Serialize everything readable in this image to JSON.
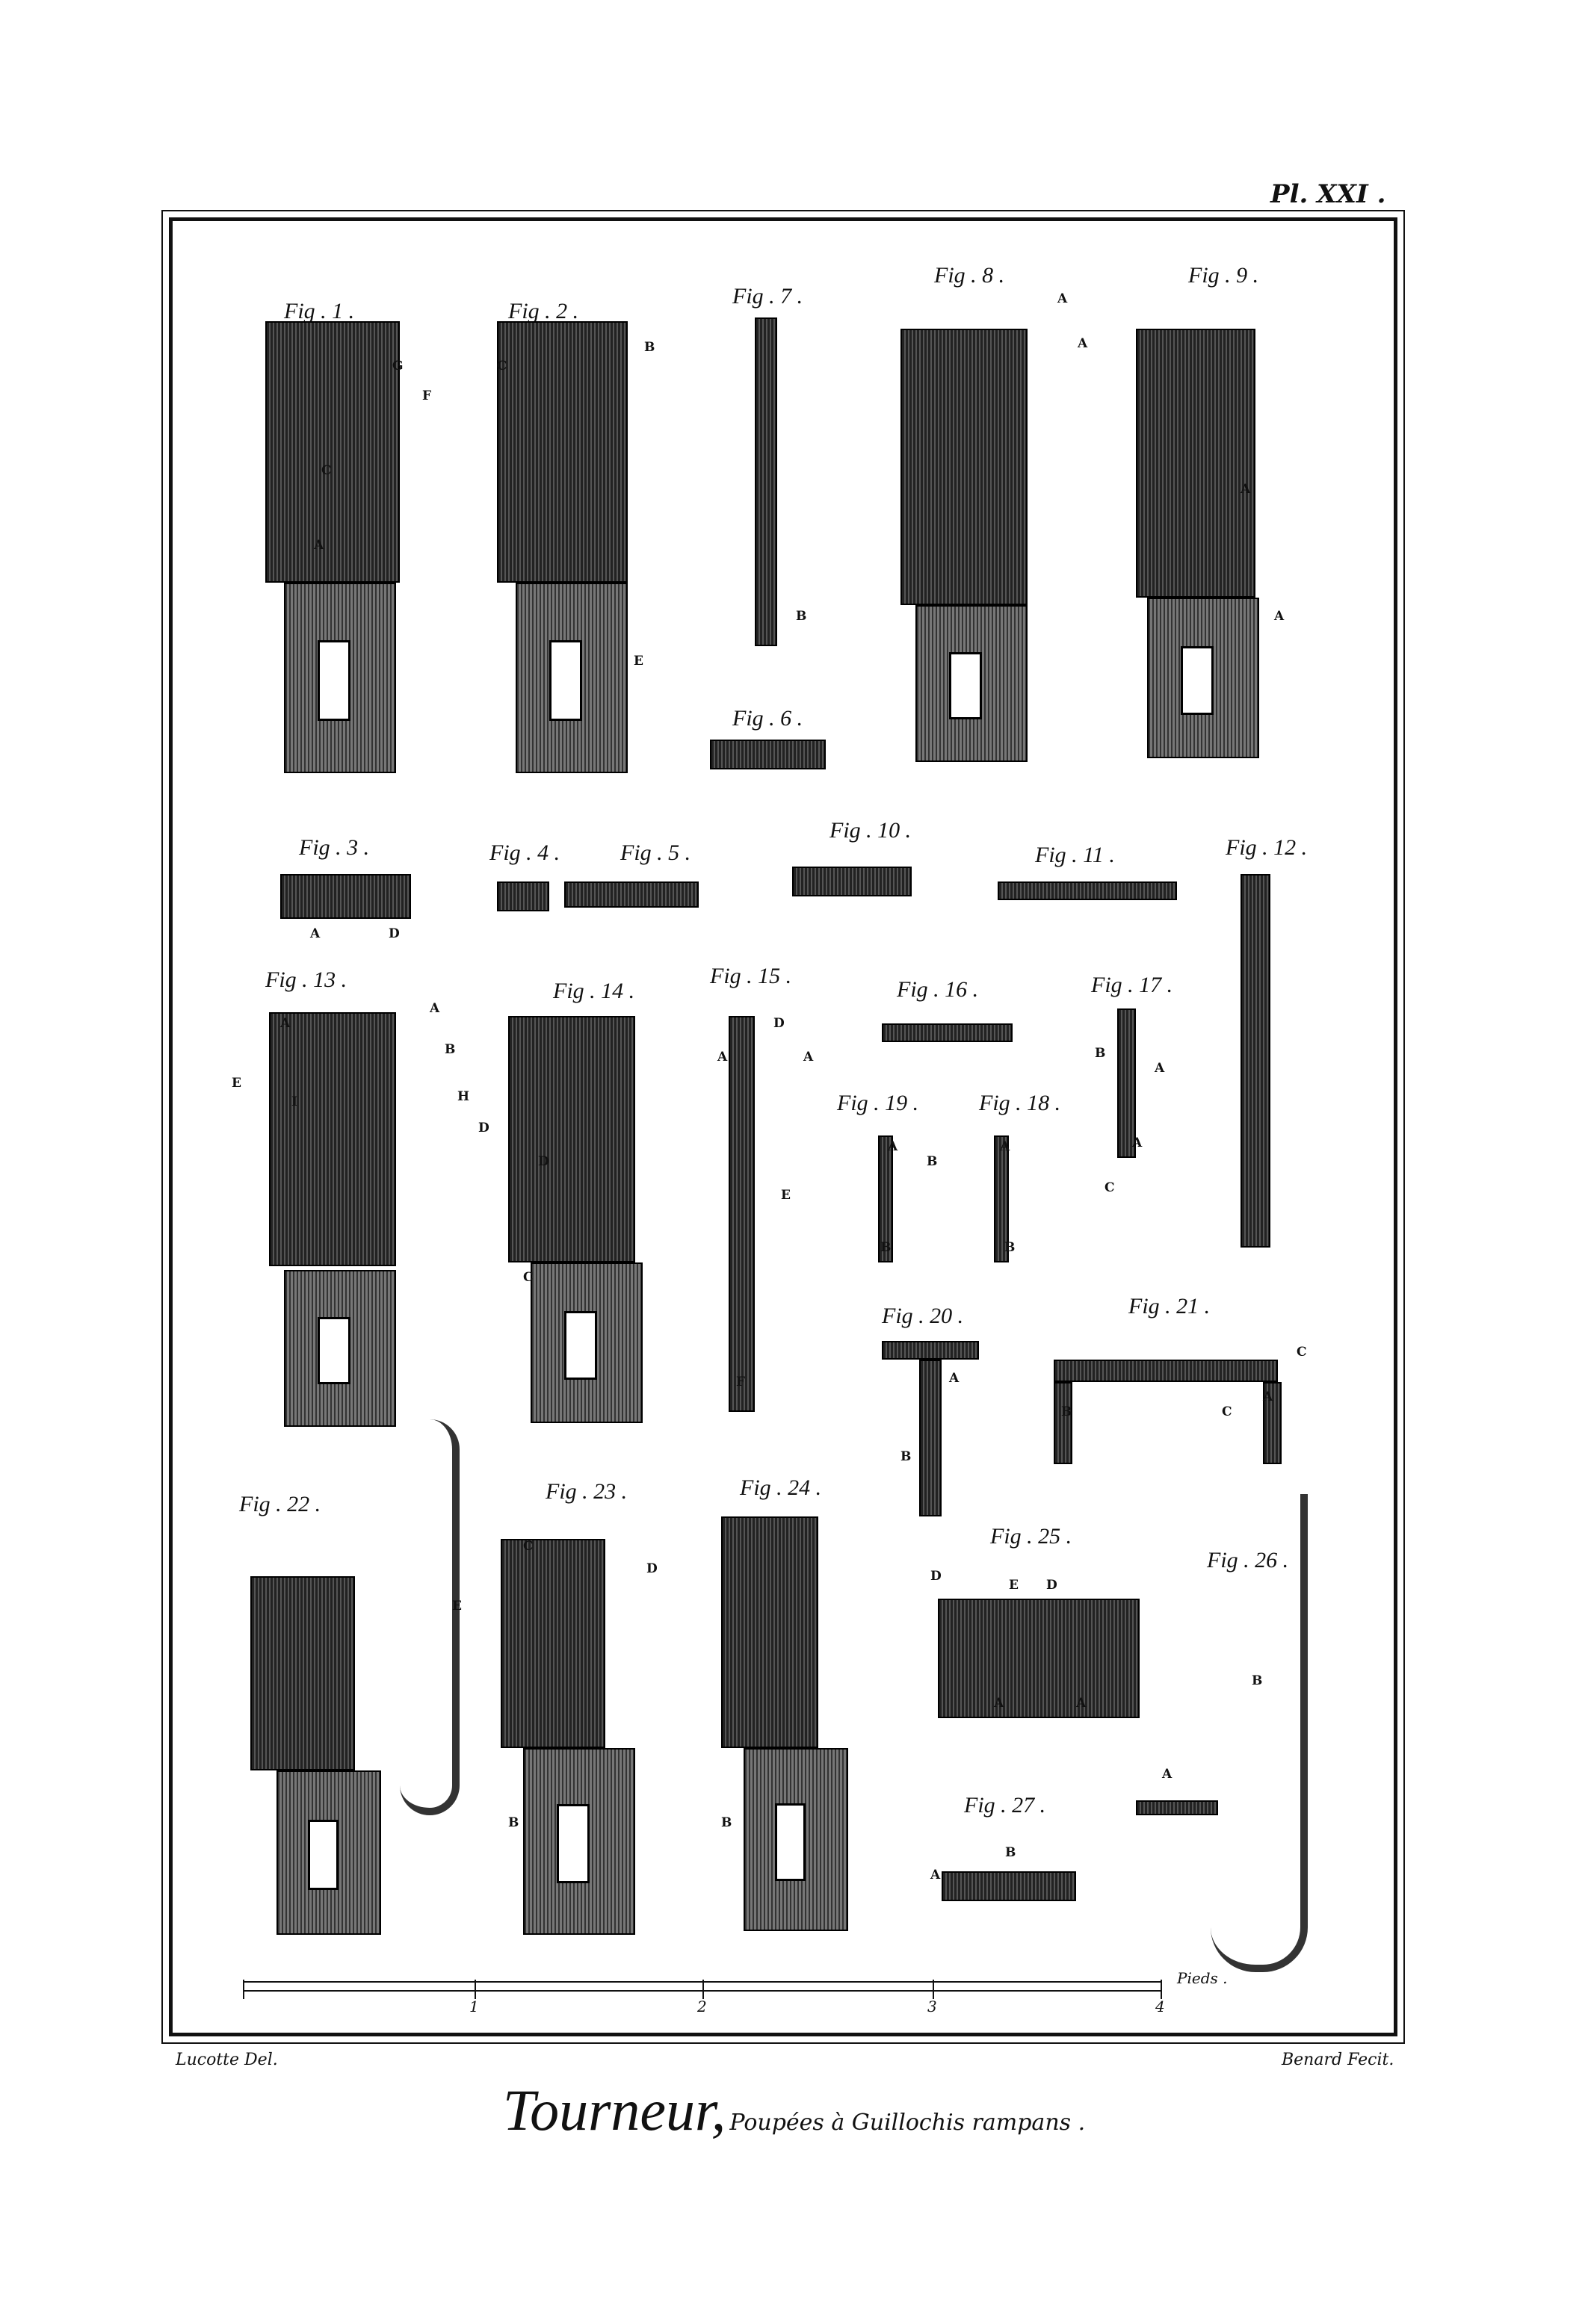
{
  "plate_number": "Pl. XXI .",
  "credits": {
    "left": "Lucotte Del.",
    "right": "Benard Fecit."
  },
  "title": {
    "main": "Tourneur,",
    "subtitle": "Poupées à Guillochis rampans ."
  },
  "scale_bar": {
    "ticks": [
      "1",
      "2",
      "3",
      "4"
    ],
    "unit": "Pieds ."
  },
  "figures": [
    "Fig . 1 .",
    "Fig . 2 .",
    "Fig . 7 .",
    "Fig . 8 .",
    "Fig . 9 .",
    "Fig . 6 .",
    "Fig . 3 .",
    "Fig . 4 .",
    "Fig . 5 .",
    "Fig . 10 .",
    "Fig . 11 .",
    "Fig . 12 .",
    "Fig . 13 .",
    "Fig . 14 .",
    "Fig . 15 .",
    "Fig . 16 .",
    "Fig . 17 .",
    "Fig . 19 .",
    "Fig . 18 .",
    "Fig . 20 .",
    "Fig . 21 .",
    "Fig . 22 .",
    "Fig . 23 .",
    "Fig . 24 .",
    "Fig . 25 .",
    "Fig . 26 .",
    "Fig . 27 ."
  ],
  "letters": [
    "G",
    "F",
    "A",
    "C",
    "B",
    "E",
    "A",
    "D",
    "C",
    "A",
    "A",
    "B",
    "A",
    "A",
    "A",
    "A",
    "D",
    "B",
    "E",
    "I",
    "H",
    "D",
    "A",
    "B",
    "C",
    "D",
    "A",
    "A",
    "E",
    "F",
    "B",
    "A",
    "C",
    "A",
    "B",
    "A",
    "B",
    "A",
    "B",
    "A",
    "B",
    "C",
    "C",
    "E",
    "C",
    "D",
    "B",
    "B",
    "D",
    "E",
    "D",
    "A",
    "A",
    "B",
    "A",
    "B",
    "A"
  ]
}
